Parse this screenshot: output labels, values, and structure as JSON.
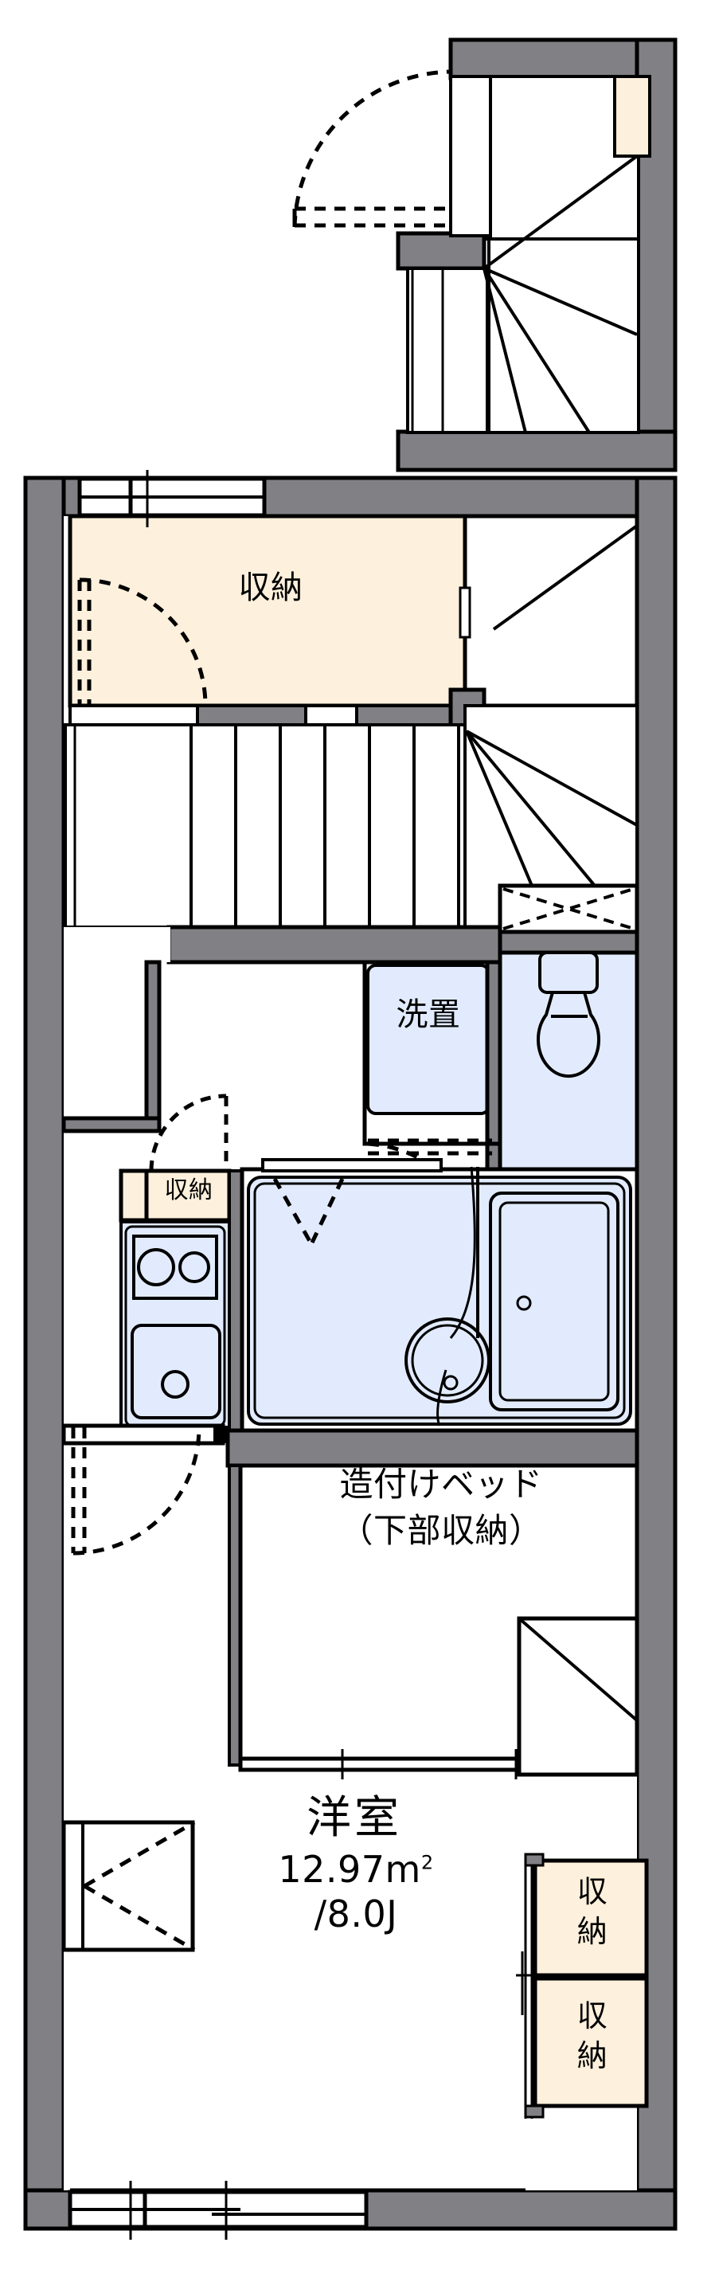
{
  "plan": {
    "type": "apartment-floor-plan",
    "unit_name": "1K apartment floor plan",
    "colors": {
      "wall": "#808085",
      "outline": "#000000",
      "storage_fill": "#FDF0DC",
      "water_fill": "#E2EBFD",
      "background": "#FFFFFF"
    }
  },
  "upper_block": {
    "name": "entrance-stair-landing",
    "closet_label": ""
  },
  "rooms": {
    "closet_top": {
      "label": "収納",
      "name": "upper-closet"
    },
    "laundry": {
      "label": "洗置",
      "name": "washing-machine-space"
    },
    "kitchen_closet": {
      "label": "収納",
      "name": "kitchen-upper-closet"
    },
    "builtin_bed": {
      "label_line1": "造付けベッド",
      "label_line2": "（下部収納）",
      "name": "built-in-bed-with-under-storage"
    },
    "main_room": {
      "label": "洋室",
      "area_sqm": "12.97m",
      "area_sup": "2",
      "area_jo": "/8.0J",
      "name": "western-style-room"
    },
    "closet_right_upper": {
      "label_line1": "収",
      "label_line2": "納",
      "name": "lower-right-closet-upper"
    },
    "closet_right_lower": {
      "label_line1": "収",
      "label_line2": "納",
      "name": "lower-right-closet-lower"
    }
  },
  "fixtures": {
    "toilet": "toilet-fixture",
    "bathtub": "bathtub-fixture",
    "washbasin": "washbasin-fixture",
    "stove": "two-burner-stove",
    "sink": "kitchen-sink",
    "stairs_upper": "spiral-stair-upper",
    "stairs_main": "straight-and-winder-stair"
  },
  "openings": {
    "entrance_door": "entrance-door-swing",
    "closet_door": "closet-door-swing",
    "laundry_door": "laundry-door-swing",
    "balcony_window": "balcony-sliding-window",
    "room_window": "casement-window",
    "toilet_window": "toilet-small-window",
    "top_window": "top-sliding-window"
  }
}
